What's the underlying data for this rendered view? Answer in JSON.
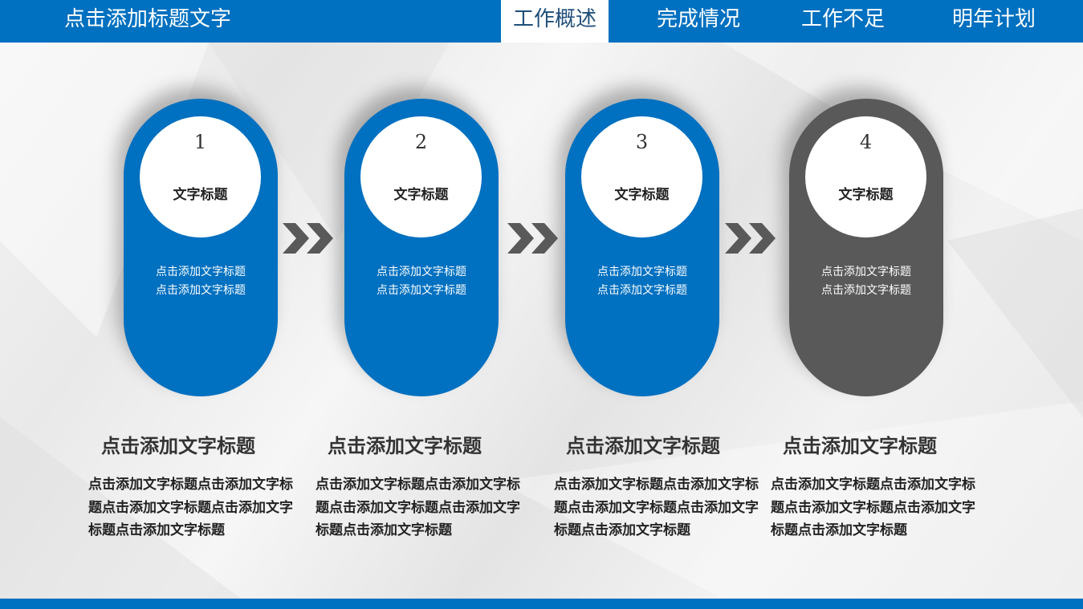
{
  "header": {
    "title": "点击添加标题文字",
    "tabs": [
      {
        "label": "工作概述",
        "active": true
      },
      {
        "label": "完成情况",
        "active": false
      },
      {
        "label": "工作不足",
        "active": false
      },
      {
        "label": "明年计划",
        "active": false
      }
    ]
  },
  "colors": {
    "brand_blue": "#0070c0",
    "dark_gray": "#595959",
    "arrow_gray": "#595959",
    "active_tab_text": "#1f4e79"
  },
  "steps": [
    {
      "number": "1",
      "title": "文字标题",
      "desc_line1": "点击添加文字标题",
      "desc_line2": "点击添加文字标题",
      "color": "#0070c0"
    },
    {
      "number": "2",
      "title": "文字标题",
      "desc_line1": "点击添加文字标题",
      "desc_line2": "点击添加文字标题",
      "color": "#0070c0"
    },
    {
      "number": "3",
      "title": "文字标题",
      "desc_line1": "点击添加文字标题",
      "desc_line2": "点击添加文字标题",
      "color": "#0070c0"
    },
    {
      "number": "4",
      "title": "文字标题",
      "desc_line1": "点击添加文字标题",
      "desc_line2": "点击添加文字标题",
      "color": "#595959"
    }
  ],
  "arrows": [
    "double-chevron-right-icon",
    "double-chevron-right-icon",
    "double-chevron-right-icon"
  ],
  "sections": [
    {
      "heading": "点击添加文字标题",
      "body": "点击添加文字标题点击添加文字标题点击添加文字标题点击添加文字标题点击添加文字标题"
    },
    {
      "heading": "点击添加文字标题",
      "body": "点击添加文字标题点击添加文字标题点击添加文字标题点击添加文字标题点击添加文字标题"
    },
    {
      "heading": "点击添加文字标题",
      "body": "点击添加文字标题点击添加文字标题点击添加文字标题点击添加文字标题点击添加文字标题"
    },
    {
      "heading": "点击添加文字标题",
      "body": "点击添加文字标题点击添加文字标题点击添加文字标题点击添加文字标题点击添加文字标题"
    }
  ]
}
